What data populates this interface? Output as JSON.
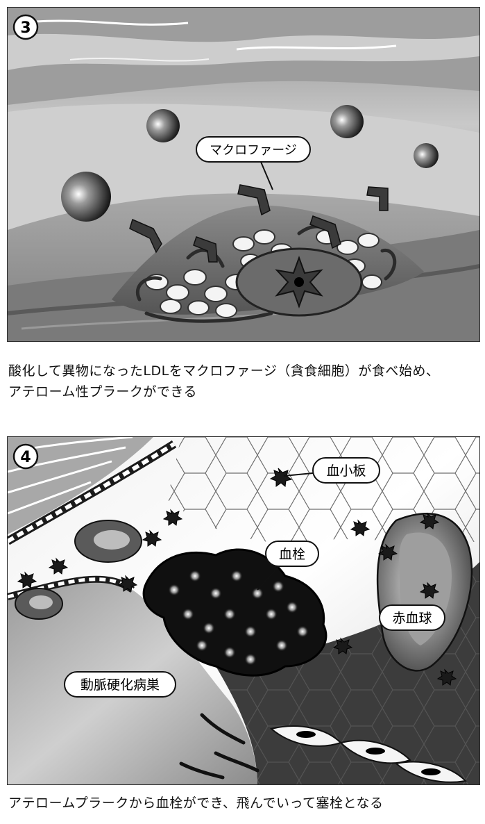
{
  "panel3": {
    "number": "3",
    "label_macrophage": "マクロファージ",
    "caption_line1": "酸化して異物になったLDLをマクロファージ（貪食細胞）が食べ始め、",
    "caption_line2": "アテローム性プラークができる"
  },
  "panel4": {
    "number": "4",
    "label_platelet": "血小板",
    "label_thrombus": "血栓",
    "label_red_blood_cell": "赤血球",
    "label_lesion": "動脈硬化病巣",
    "caption": "アテロームプラークから血栓ができ、飛んでいって塞栓となる"
  }
}
